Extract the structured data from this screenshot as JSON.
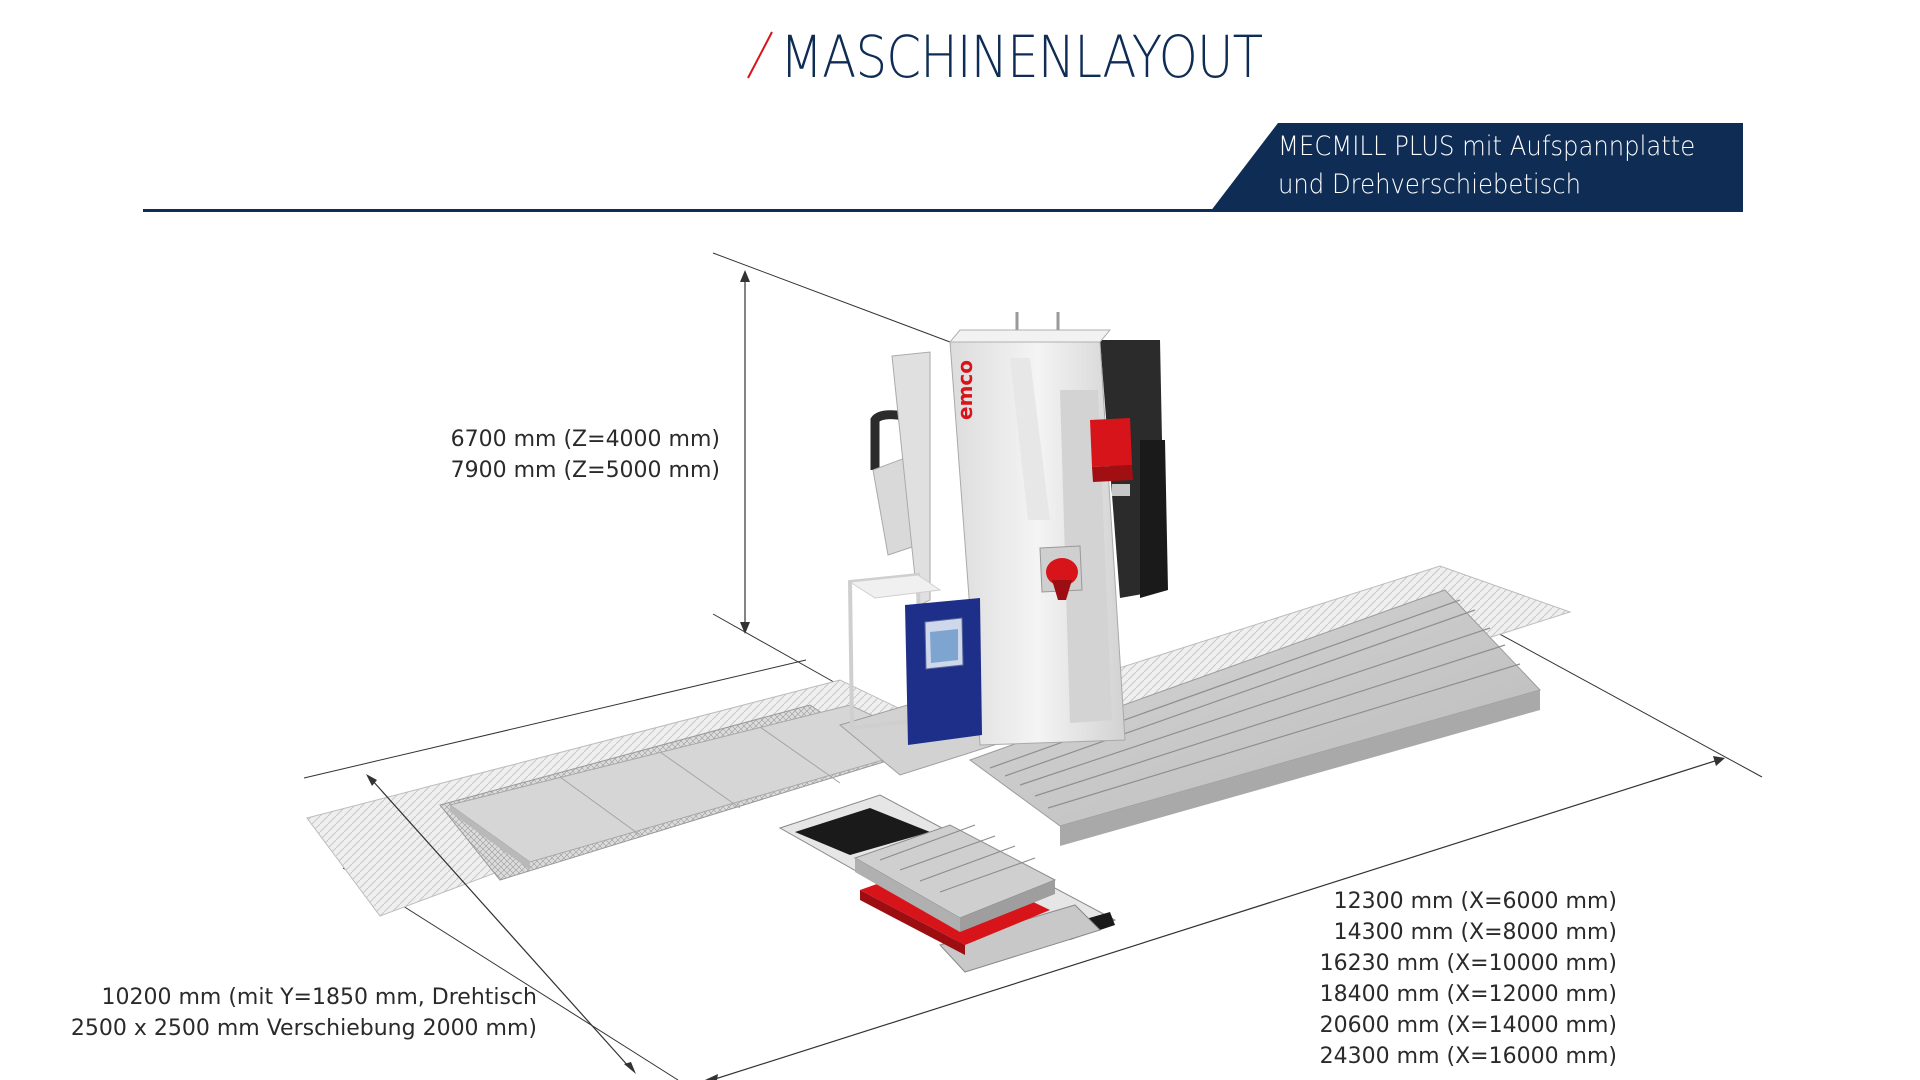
{
  "header": {
    "title": "MASCHINENLAYOUT",
    "subtitle_line1": "MECMILL PLUS mit Aufspannplatte",
    "subtitle_line2": "und Drehverschiebetisch"
  },
  "machine": {
    "brand_label": "emco"
  },
  "dimensions": {
    "height": [
      "6700 mm (Z=4000 mm)",
      "7900 mm (Z=5000 mm)"
    ],
    "depth": [
      "10200 mm (mit Y=1850 mm, Drehtisch",
      "2500 x 2500 mm Verschiebung 2000 mm)"
    ],
    "length": [
      "12300 mm (X=6000 mm)",
      "14300 mm (X=8000 mm)",
      "16230 mm (X=10000 mm)",
      "18400 mm (X=12000 mm)",
      "20600 mm (X=14000 mm)",
      "24300 mm (X=16000 mm)"
    ]
  },
  "colors": {
    "navy": "#0e2c54",
    "accent_red": "#d7141a",
    "machine_white": "#eeeeee",
    "table_grey": "#c9c9c9",
    "operator_panel_blue": "#1e2f8a"
  }
}
